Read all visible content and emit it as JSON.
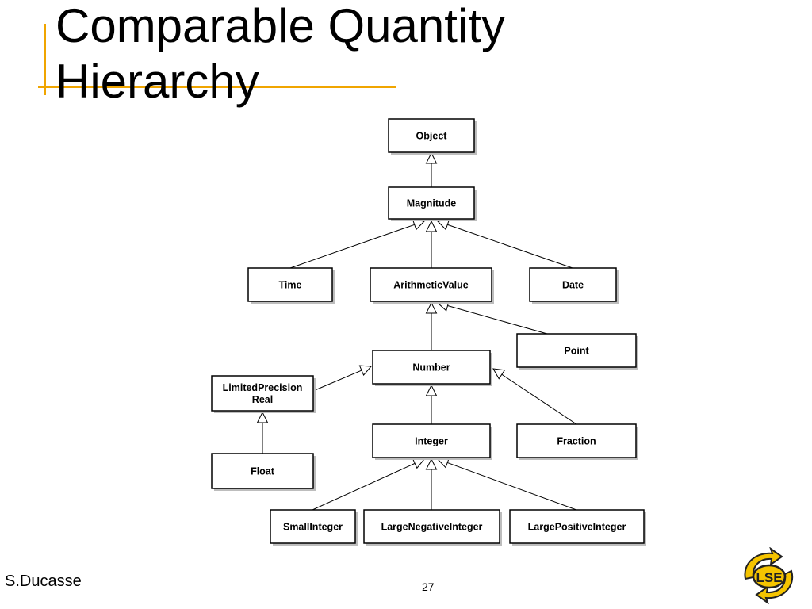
{
  "slide": {
    "title_line1": "Comparable Quantity",
    "title_line2": "Hierarchy",
    "author": "S.Ducasse",
    "page_number": "27",
    "accent_color": "#f0a500"
  },
  "diagram": {
    "nodes": [
      {
        "id": "object",
        "lines": [
          "Object"
        ]
      },
      {
        "id": "magnitude",
        "lines": [
          "Magnitude"
        ]
      },
      {
        "id": "time",
        "lines": [
          "Time"
        ]
      },
      {
        "id": "arithmeticvalue",
        "lines": [
          "ArithmeticValue"
        ]
      },
      {
        "id": "date",
        "lines": [
          "Date"
        ]
      },
      {
        "id": "point",
        "lines": [
          "Point"
        ]
      },
      {
        "id": "number",
        "lines": [
          "Number"
        ]
      },
      {
        "id": "limitedprecisionreal",
        "lines": [
          "LimitedPrecision",
          "Real"
        ]
      },
      {
        "id": "float",
        "lines": [
          "Float"
        ]
      },
      {
        "id": "integer",
        "lines": [
          "Integer"
        ]
      },
      {
        "id": "fraction",
        "lines": [
          "Fraction"
        ]
      },
      {
        "id": "smallinteger",
        "lines": [
          "SmallInteger"
        ]
      },
      {
        "id": "largenegativeinteger",
        "lines": [
          "LargeNegativeInteger"
        ]
      },
      {
        "id": "largepositiveinteger",
        "lines": [
          "LargePositiveInteger"
        ]
      }
    ],
    "edges": [
      {
        "from": "magnitude",
        "to": "object"
      },
      {
        "from": "time",
        "to": "magnitude"
      },
      {
        "from": "arithmeticvalue",
        "to": "magnitude"
      },
      {
        "from": "date",
        "to": "magnitude"
      },
      {
        "from": "number",
        "to": "arithmeticvalue"
      },
      {
        "from": "point",
        "to": "arithmeticvalue"
      },
      {
        "from": "limitedprecisionreal",
        "to": "number"
      },
      {
        "from": "integer",
        "to": "number"
      },
      {
        "from": "fraction",
        "to": "number"
      },
      {
        "from": "float",
        "to": "limitedprecisionreal"
      },
      {
        "from": "smallinteger",
        "to": "integer"
      },
      {
        "from": "largenegativeinteger",
        "to": "integer"
      },
      {
        "from": "largepositiveinteger",
        "to": "integer"
      }
    ]
  },
  "logo": {
    "text": "LSE",
    "fill": "#f5c400",
    "stroke": "#222222"
  }
}
